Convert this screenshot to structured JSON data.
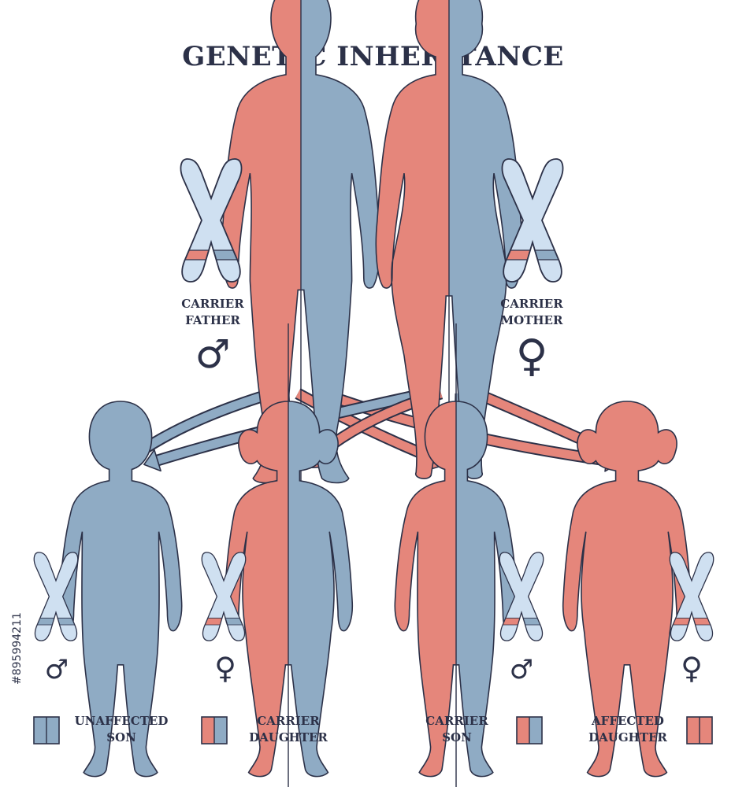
{
  "title": "GENETIC INHERITANCE",
  "colors": {
    "affected": "#e5867b",
    "unaffected": "#8fabc4",
    "chromosome_fill": "#cfe0f1",
    "outline": "#2c3148"
  },
  "parents": [
    {
      "role": "father",
      "label_line1": "CARRIER",
      "label_line2": "FATHER",
      "sex_symbol": "♂",
      "chromosome_bands": [
        "affected",
        "unaffected"
      ]
    },
    {
      "role": "mother",
      "label_line1": "CARRIER",
      "label_line2": "MOTHER",
      "sex_symbol": "♀",
      "chromosome_bands": [
        "affected",
        "unaffected"
      ]
    }
  ],
  "children": [
    {
      "label_line1": "UNAFFECTED",
      "label_line2": "SON",
      "sex_symbol": "♂",
      "status": "unaffected",
      "chromosome_bands": [
        "unaffected",
        "unaffected"
      ],
      "swatch": [
        "unaffected",
        "unaffected"
      ]
    },
    {
      "label_line1": "CARRIER",
      "label_line2": "DAUGHTER",
      "sex_symbol": "♀",
      "status": "carrier",
      "chromosome_bands": [
        "affected",
        "unaffected"
      ],
      "swatch": [
        "affected",
        "unaffected"
      ]
    },
    {
      "label_line1": "CARRIER",
      "label_line2": "SON",
      "sex_symbol": "♂",
      "status": "carrier",
      "chromosome_bands": [
        "affected",
        "unaffected"
      ],
      "swatch": [
        "affected",
        "unaffected"
      ]
    },
    {
      "label_line1": "AFFECTED",
      "label_line2": "DAUGHTER",
      "sex_symbol": "♀",
      "status": "affected",
      "chromosome_bands": [
        "affected",
        "affected"
      ],
      "swatch": [
        "affected",
        "affected"
      ]
    }
  ],
  "stock_id": "#895994211"
}
